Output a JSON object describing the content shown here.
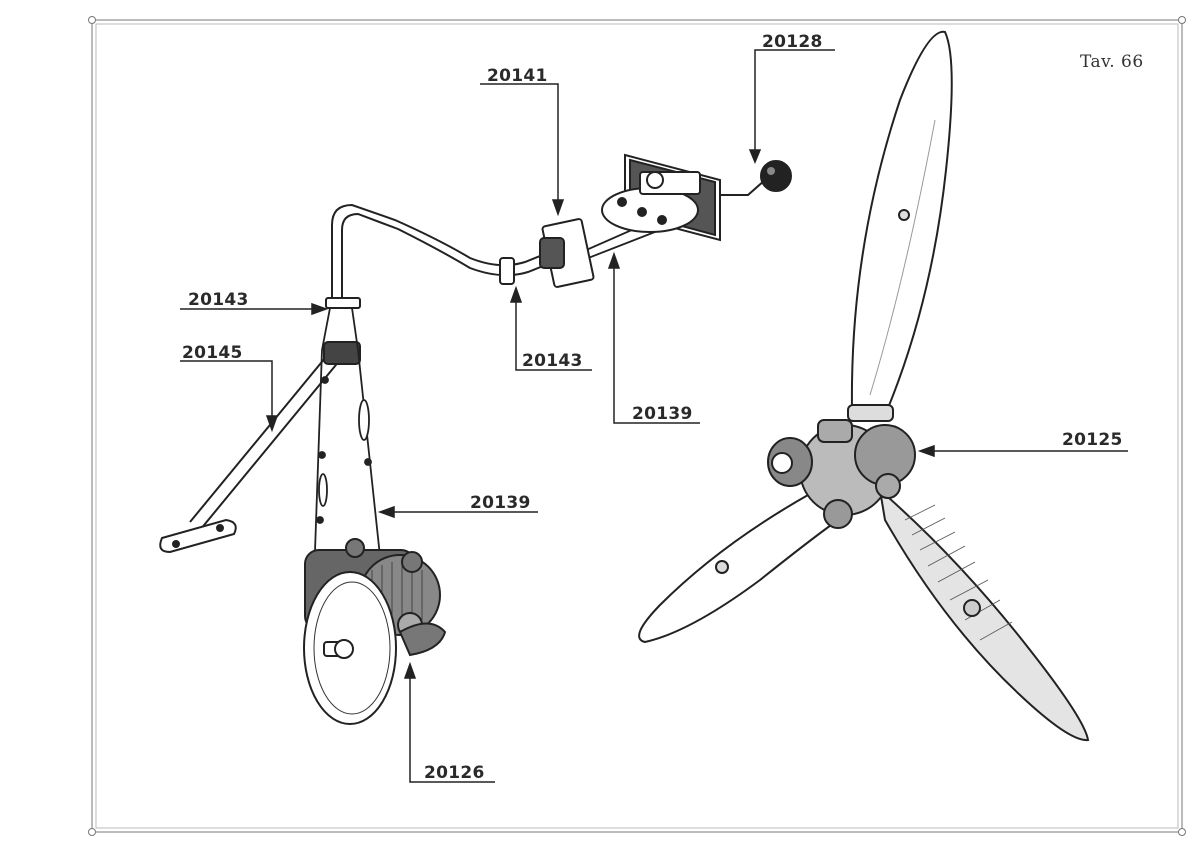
{
  "plate": {
    "label": "Tav. 66"
  },
  "callouts": [
    {
      "id": "20128",
      "text": "20128"
    },
    {
      "id": "20141",
      "text": "20141"
    },
    {
      "id": "20143a",
      "text": "20143"
    },
    {
      "id": "20145",
      "text": "20145"
    },
    {
      "id": "20143b",
      "text": "20143"
    },
    {
      "id": "20139a",
      "text": "20139"
    },
    {
      "id": "20125",
      "text": "20125"
    },
    {
      "id": "20139b",
      "text": "20139"
    },
    {
      "id": "20126",
      "text": "20126"
    }
  ]
}
